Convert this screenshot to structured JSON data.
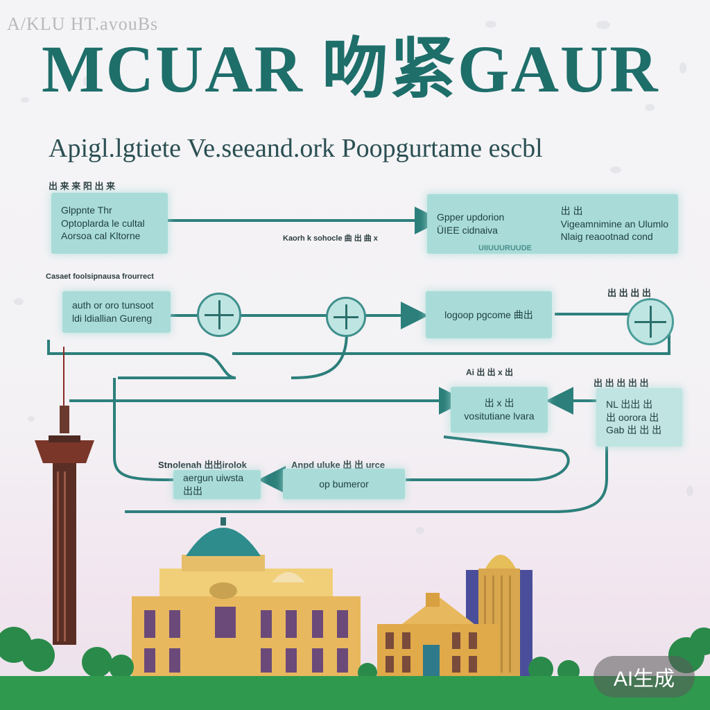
{
  "header": {
    "tagline": "A/KLU HT.avouBs",
    "title": "MCUAR 吻紧GAUR",
    "subtitle": "Apigl.lgtiete Ve.seeand.ork Poopgurtame escbl"
  },
  "row1": {
    "heading": "出 来 来 阳 出 来",
    "left_box": [
      "Glppnte Thr",
      "Optoplarda le cultal",
      "Aorsoa cal Kltorne"
    ],
    "arrow_label": "Kaorh k sohocle 曲 出 曲 x",
    "right_box_left": [
      "Gpper updorion",
      "ÜIEE cidnaiva"
    ],
    "right_box_right_heading": "出 出",
    "right_box_right": [
      "Vigeamnimine an Ulumlo",
      "Nlaig reaootnad cond"
    ],
    "under_label": "UIIUUURUUDE"
  },
  "row2": {
    "heading": "Casaet foolsipnausa frourrect",
    "left_box": [
      "auth or oro tunsoot",
      "ldi ldiallian Gureng"
    ],
    "center_box": "logoop pgcome 曲出",
    "right_heading": "出 出 出 出"
  },
  "row3": {
    "heading_right_mid": "Ai 出 出 x 出",
    "heading_right": "出 出 出 出 出",
    "mid_box": [
      "出 x 出",
      "vositutiane lvara"
    ],
    "right_box": [
      "NL 出出 出",
      "出 oorora 出",
      "Gab 出 出 出"
    ]
  },
  "row4": {
    "left_heading": "Stnolenah 出出irolok",
    "left_box": "aergun uiwsta 出出",
    "right_heading": "Anpd uluke 出 出 urce",
    "right_box": "op bumeror"
  },
  "badge": "AI生成",
  "colors": {
    "teal_dark": "#1e6e6a",
    "teal_box": "#a9dcd8",
    "line": "#2c7f7b",
    "background": "#f4f4f6"
  },
  "icons": [
    "tv-tower",
    "domed-palace",
    "colonial-building",
    "skyscraper",
    "trees",
    "crosshair-icon"
  ]
}
